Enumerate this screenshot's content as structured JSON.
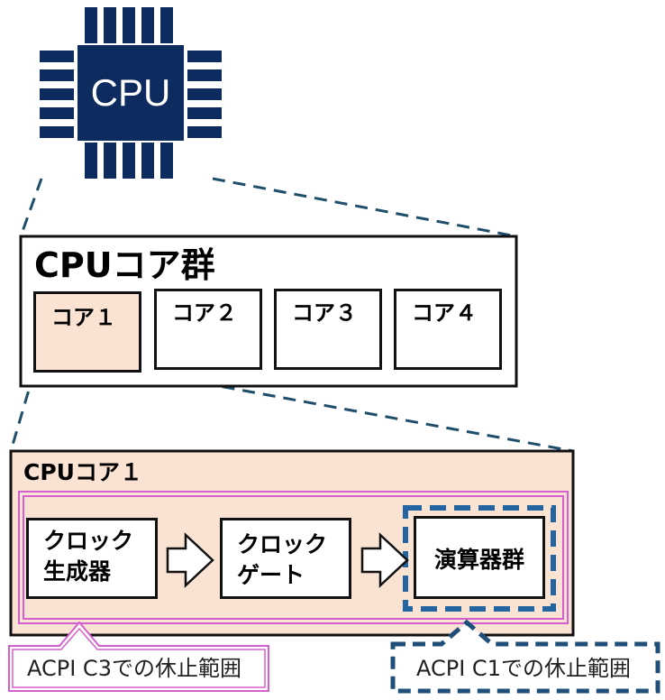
{
  "cpu_chip": {
    "label": "CPU",
    "icon": "cpu-chip-icon",
    "color": "#0d2b5e"
  },
  "core_group": {
    "title": "CPUコア群",
    "cores": [
      "コア１",
      "コア２",
      "コア３",
      "コア４"
    ],
    "highlighted_core_index": 0
  },
  "core_detail": {
    "title": "CPUコア１",
    "units": [
      {
        "line1": "クロック",
        "line2": "生成器"
      },
      {
        "line1": "クロック",
        "line2": "ゲート"
      },
      {
        "line1": "演算器群",
        "line2": ""
      }
    ]
  },
  "callouts": {
    "c3": "ACPI C3での休止範囲",
    "c1": "ACPI C1での休止範囲"
  },
  "colors": {
    "core_fill": "#fbe3d4",
    "c3_outline": "#d65fcf",
    "c1_outline": "#2265a0",
    "connector_dash": "#1f4e6b"
  }
}
